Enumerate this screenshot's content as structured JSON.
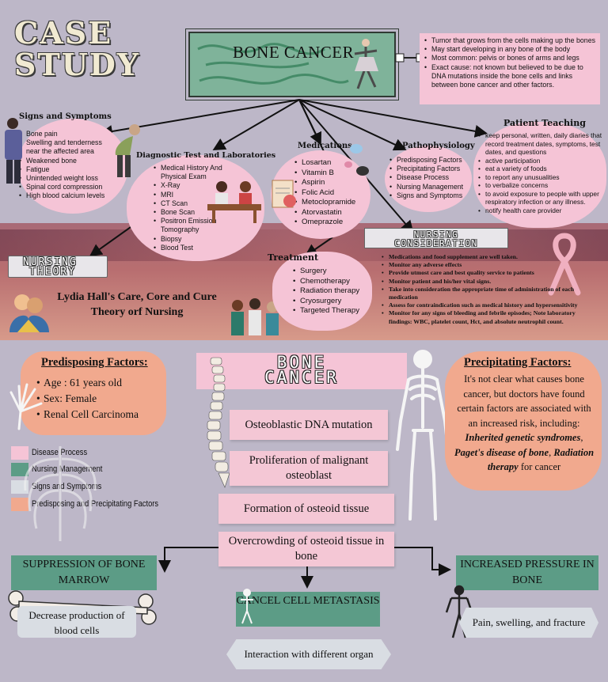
{
  "title": {
    "line1": "CASE",
    "line2": "STUDY"
  },
  "main_topic": "BONE CANCER",
  "intro": [
    "Tumor that grows from the cells making up the bones",
    "May start developing in any bone of the body",
    "Most common: pelvis or  bones of arms and legs",
    "Exact cause: not known but believed to be due to DNA mutations inside the bone cells and links between bone cancer and other factors."
  ],
  "signs": {
    "heading": "Signs and Symptoms",
    "items": [
      "Bone pain",
      "Swelling and tenderness near the affected area",
      "Weakened bone",
      "Fatigue",
      "Unintended weight loss",
      "Spinal cord compression",
      "High blood calcium levels"
    ]
  },
  "diagnostic": {
    "heading": "Diagnostic Test and Laboratories",
    "items": [
      "Medical History And Physical Exam",
      "X-Ray",
      "MRI",
      "CT Scan",
      "Bone Scan",
      "Positron Emission Tomography",
      "Biopsy",
      "Blood Test"
    ]
  },
  "medications": {
    "heading": "Medications",
    "items": [
      "Losartan",
      "Vitamin B",
      "Aspirin",
      "Folic Acid",
      "Metoclopramide",
      "Atorvastatin",
      "Omeprazole"
    ]
  },
  "patho": {
    "heading": "Pathophysiology",
    "items": [
      "Predisposing Factors",
      "Precipitating Factors",
      "Disease Process",
      "Nursing Management",
      "Signs and Symptoms"
    ]
  },
  "teaching": {
    "heading": "Patient Teaching",
    "items": [
      "keep personal, written, daily diaries that record treatment dates, symptoms, test dates, and questions",
      "active participation",
      "eat a variety of foods",
      "to report any unusualities",
      "to verbalize concerns",
      "to avoid exposure to people with upper respiratory infection or any illness.",
      "notify health care provider"
    ]
  },
  "treatment": {
    "heading": "Treatment",
    "items": [
      "Surgery",
      "Chemotherapy",
      "Radiation therapy",
      "Cryosurgery",
      "Targeted Therapy"
    ]
  },
  "nursing_theory": {
    "label_line1": "NURSING",
    "label_line2": "THEORY",
    "text": "Lydia Hall's Care, Core and Cure Theory orf Nursing"
  },
  "nursing_consideration": {
    "label_line1": "NURSING",
    "label_line2": "CONSIDERATION",
    "items": [
      "Medications and food supplement are well taken.",
      "Monitor any adverse effects",
      "Provide utmost care and best quality service to patients",
      "Monitor patient and his/her vital signs.",
      "Take into consideration the appropriate time of administration of each medication",
      "Assess for contraindication such as medical history and hypersensitivity",
      "Monitor for any signs of bleeding and febrile episodes; Note laboratory findings: WBC, platelet count, Hct, and absolute neutrophil count."
    ]
  },
  "predisposing": {
    "heading": "Predisposing Factors:",
    "items": [
      "Age : 61 years old",
      "Sex: Female",
      "Renal Cell Carcinoma"
    ]
  },
  "precipitating": {
    "heading": "Precipitating Factors:",
    "text_a": "It's not clear what causes bone cancer, but doctors have found certain factors are associated with an increased risk, including: ",
    "text_b": "Inherited genetic syndromes",
    "text_c": ", ",
    "text_d": "Paget's disease of bone",
    "text_e": ", ",
    "text_f": "Radiation therapy",
    "text_g": " for cancer"
  },
  "flow_title": {
    "line1": "BONE",
    "line2": "CANCER"
  },
  "flow": [
    "Osteoblastic DNA mutation",
    "Proliferation of malignant osteoblast",
    "Formation of osteoid tissue",
    "Overcrowding of osteoid tissue in bone"
  ],
  "legend": [
    "Disease Process",
    "Nursing Management",
    "Signs and Symptoms",
    "Predisposing and Precipitating Factors"
  ],
  "outcomes": {
    "left_head": "SUPPRESSION OF BONE MARROW",
    "left_sub": "Decrease production of blood cells",
    "mid_head": "CANCEL CELL METASTASIS",
    "mid_sub": "Interaction with different organ",
    "right_head": "INCREASED PRESSURE IN BONE",
    "right_sub": "Pain, swelling, and fracture"
  },
  "colors": {
    "pink": "#f5c4d6",
    "teal": "#5c9c86",
    "grey": "#d9dde3",
    "salmon": "#f1a98e",
    "background": "#bdb7c8"
  }
}
